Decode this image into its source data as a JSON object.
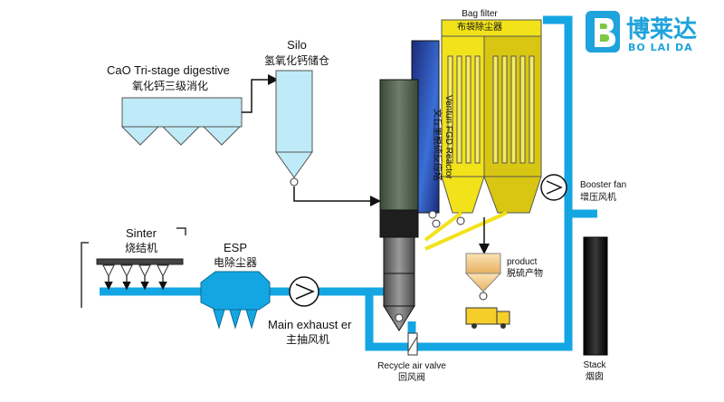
{
  "logo": {
    "name_zh": "博莱达",
    "name_en": "BO LAI DA"
  },
  "labels": {
    "cao_digestive_en": "CaO Tri-stage digestive",
    "cao_digestive_zh": "氧化钙三级消化",
    "silo_en": "Silo",
    "silo_zh": "氢氧化钙储仓",
    "bag_filter_en": "Bag filter",
    "bag_filter_zh": "布袋除尘器",
    "venturi_en": "Venturi FGD Reactor",
    "venturi_zh": "文丘里脱硫反应塔",
    "booster_fan_en": "Booster fan",
    "booster_fan_zh": "增压风机",
    "sinter_en": "Sinter",
    "sinter_zh": "烧结机",
    "esp_en": "ESP",
    "esp_zh": "电除尘器",
    "product_en": "product",
    "product_zh": "脱硫产物",
    "main_exhaust_en": "Main exhaust er",
    "main_exhaust_zh": "主抽风机",
    "recycle_en": "Recycle air valve",
    "recycle_zh": "回风阀",
    "stack_en": "Stack",
    "stack_zh": "烟囱"
  },
  "colors": {
    "duct": "#14a6e3",
    "bag_filter": "#f2e21a",
    "bag_filter_shade": "#d8c612",
    "hopper": "#bfeaf7",
    "reactor_dark": "#2a2a2a",
    "reactor_green": "#5b6b58",
    "reactor_blue": "#243a8c",
    "stack": "#1a1a1a",
    "product": "#f5c88a",
    "truck": "#f5ce2a",
    "esp": "#14a6e3",
    "line": "#111111"
  }
}
